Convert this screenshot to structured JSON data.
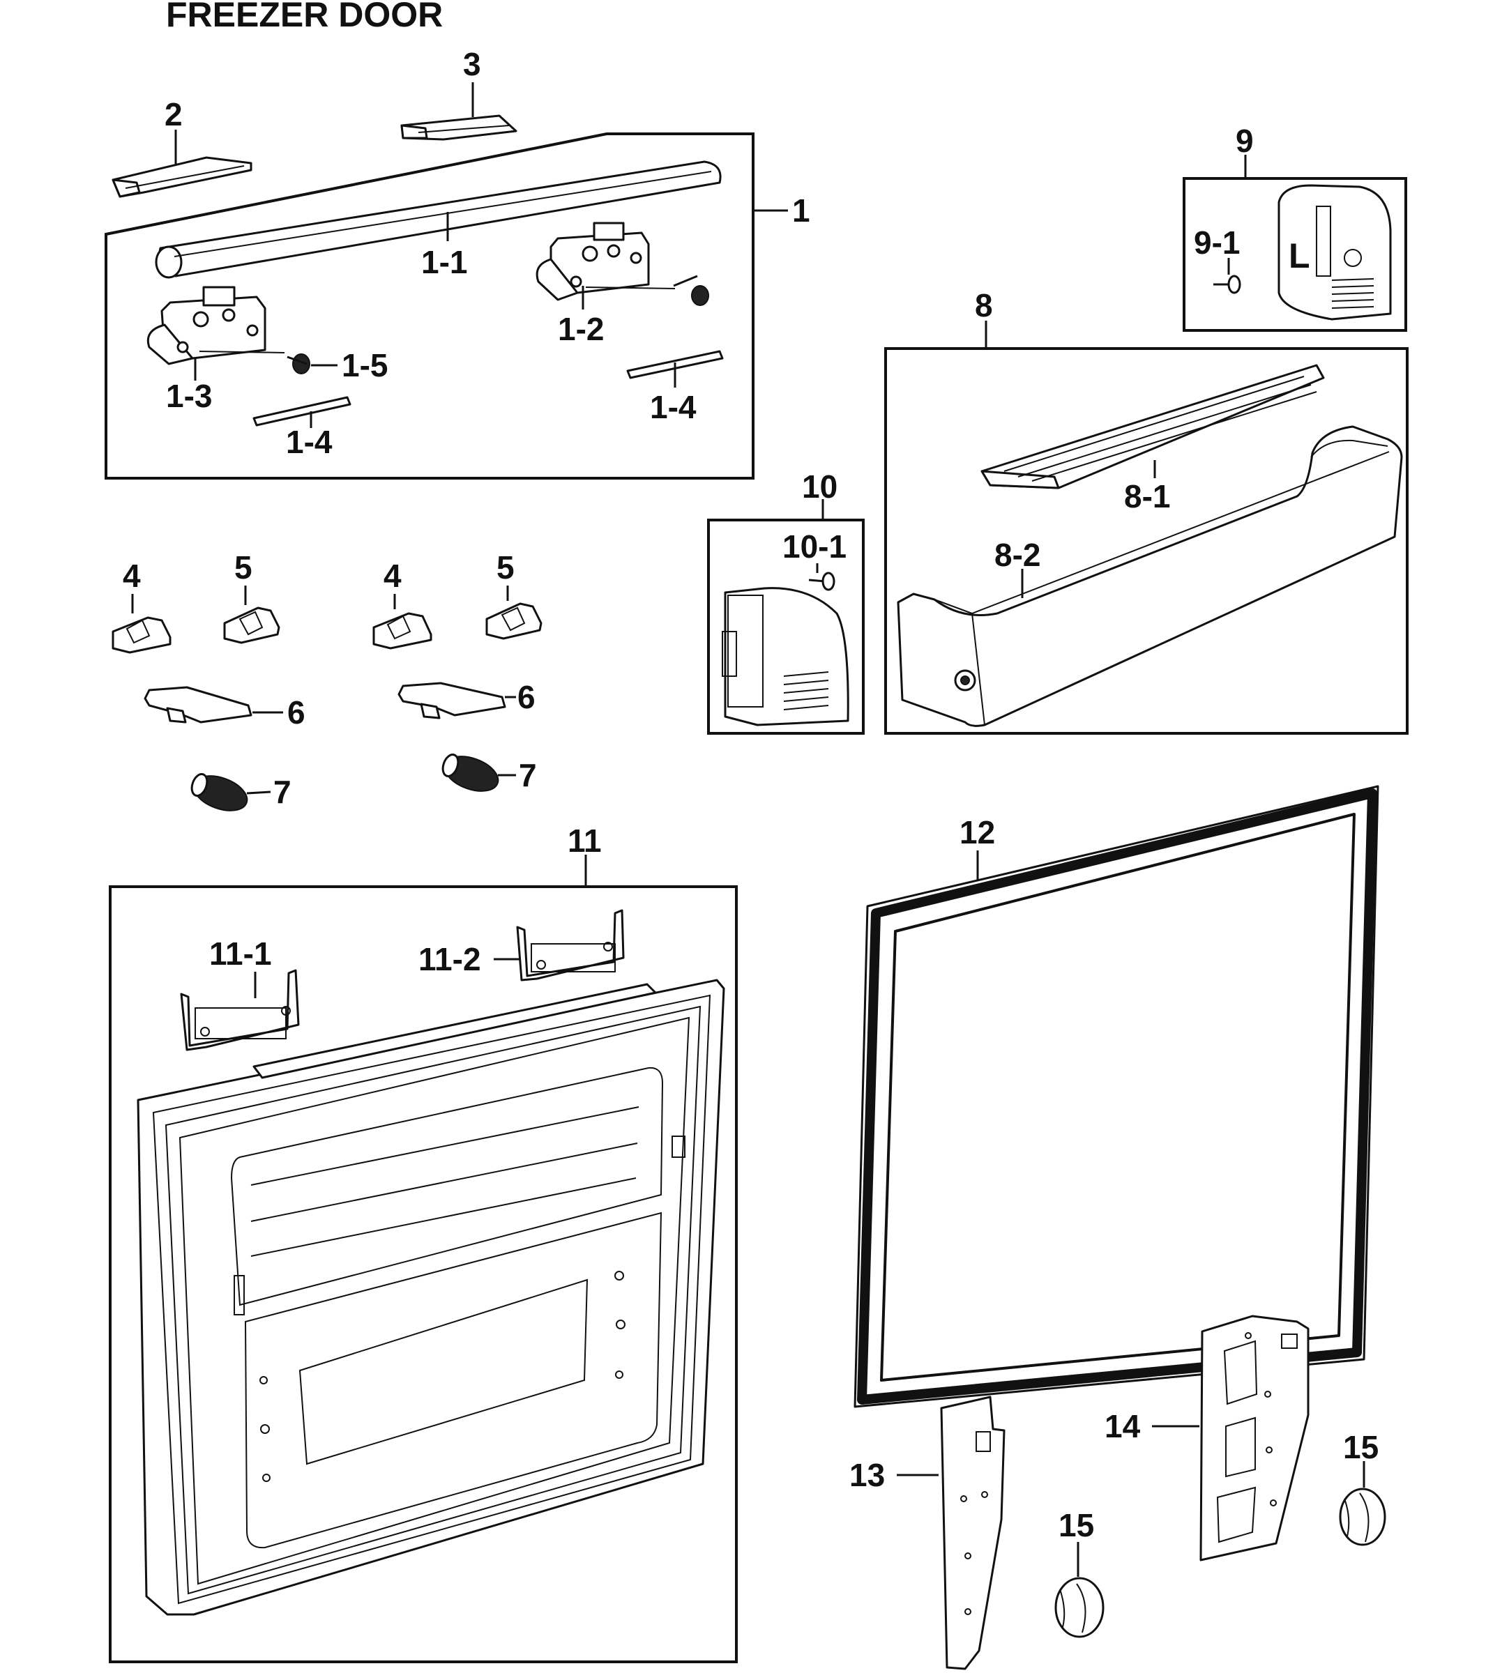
{
  "title": "FREEZER DOOR",
  "labels": {
    "l1": "1",
    "l1_1": "1-1",
    "l1_2": "1-2",
    "l1_3": "1-3",
    "l1_4a": "1-4",
    "l1_4b": "1-4",
    "l1_5": "1-5",
    "l2": "2",
    "l3": "3",
    "l4a": "4",
    "l4b": "4",
    "l5a": "5",
    "l5b": "5",
    "l6a": "6",
    "l6b": "6",
    "l7a": "7",
    "l7b": "7",
    "l8": "8",
    "l8_1": "8-1",
    "l8_2": "8-2",
    "l9": "9",
    "l9_1": "9-1",
    "l9_letter": "L",
    "l10": "10",
    "l10_1": "10-1",
    "l11": "11",
    "l11_1": "11-1",
    "l11_2": "11-2",
    "l12": "12",
    "l13": "13",
    "l14": "14",
    "l15a": "15",
    "l15b": "15"
  }
}
